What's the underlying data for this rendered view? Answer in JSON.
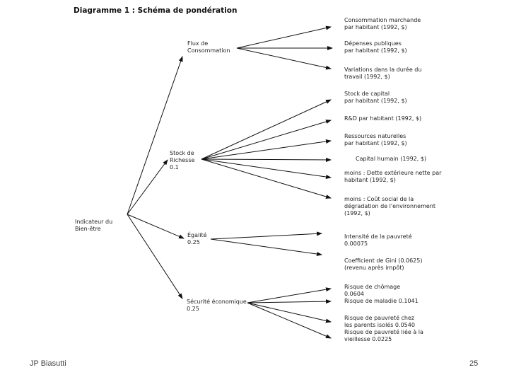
{
  "title": "Diagramme 1 : Schéma de pondération",
  "root": {
    "line1": "Indicateur du",
    "line2": "Bien-être"
  },
  "branches": {
    "consumption": {
      "line1": "Flux de",
      "line2": "Consommation"
    },
    "wealth": {
      "line1": "Stock de",
      "line2": "Richesse",
      "weight": "0.1"
    },
    "equality": {
      "line1": "Égalité",
      "weight": "0.25"
    },
    "security": {
      "line1": "Sécurité économique",
      "weight": "0.25"
    }
  },
  "leaves": {
    "c1": {
      "line1": "Consommation marchande",
      "line2": "par habitant (1992, $)"
    },
    "c2": {
      "line1": "Dépenses publiques",
      "line2": "par habitant (1992, $)"
    },
    "c3": {
      "line1": "Variations dans la durée du",
      "line2": "travail (1992, $)"
    },
    "w1": {
      "line1": "Stock de capital",
      "line2": "par habitant (1992, $)"
    },
    "w2": {
      "line1": "R&D par habitant (1992, $)",
      "line2": ""
    },
    "w3": {
      "line1": "Ressources naturelles",
      "line2": "par habitant (1992, $)"
    },
    "w4": {
      "line1": "Capital humain (1992, $)",
      "line2": ""
    },
    "w5": {
      "line1": "moins : Dette extérieure nette par",
      "line2": "habitant (1992, $)"
    },
    "w6": {
      "line1": "moins : Coût social de la",
      "line2": "dégradation de l'environnement",
      "line3": "(1992, $)"
    },
    "e1": {
      "line1": "Intensité de la pauvreté",
      "line2": "0.00075"
    },
    "e2": {
      "line1": "Coefficient de Gini (0.0625)",
      "line2": "(revenu après impôt)"
    },
    "s1": {
      "line1": "Risque de chômage",
      "line2": "0.0604"
    },
    "s2": {
      "line1": "Risque de maladie 0.1041",
      "line2": ""
    },
    "s3": {
      "line1": "Risque de pauvreté chez",
      "line2": "les parents isolés 0.0540"
    },
    "s4": {
      "line1": "Risque de pauvreté liée à la",
      "line2": "vieillesse 0.0225"
    }
  },
  "footer": {
    "author": "JP Biasutti",
    "page": "25"
  }
}
